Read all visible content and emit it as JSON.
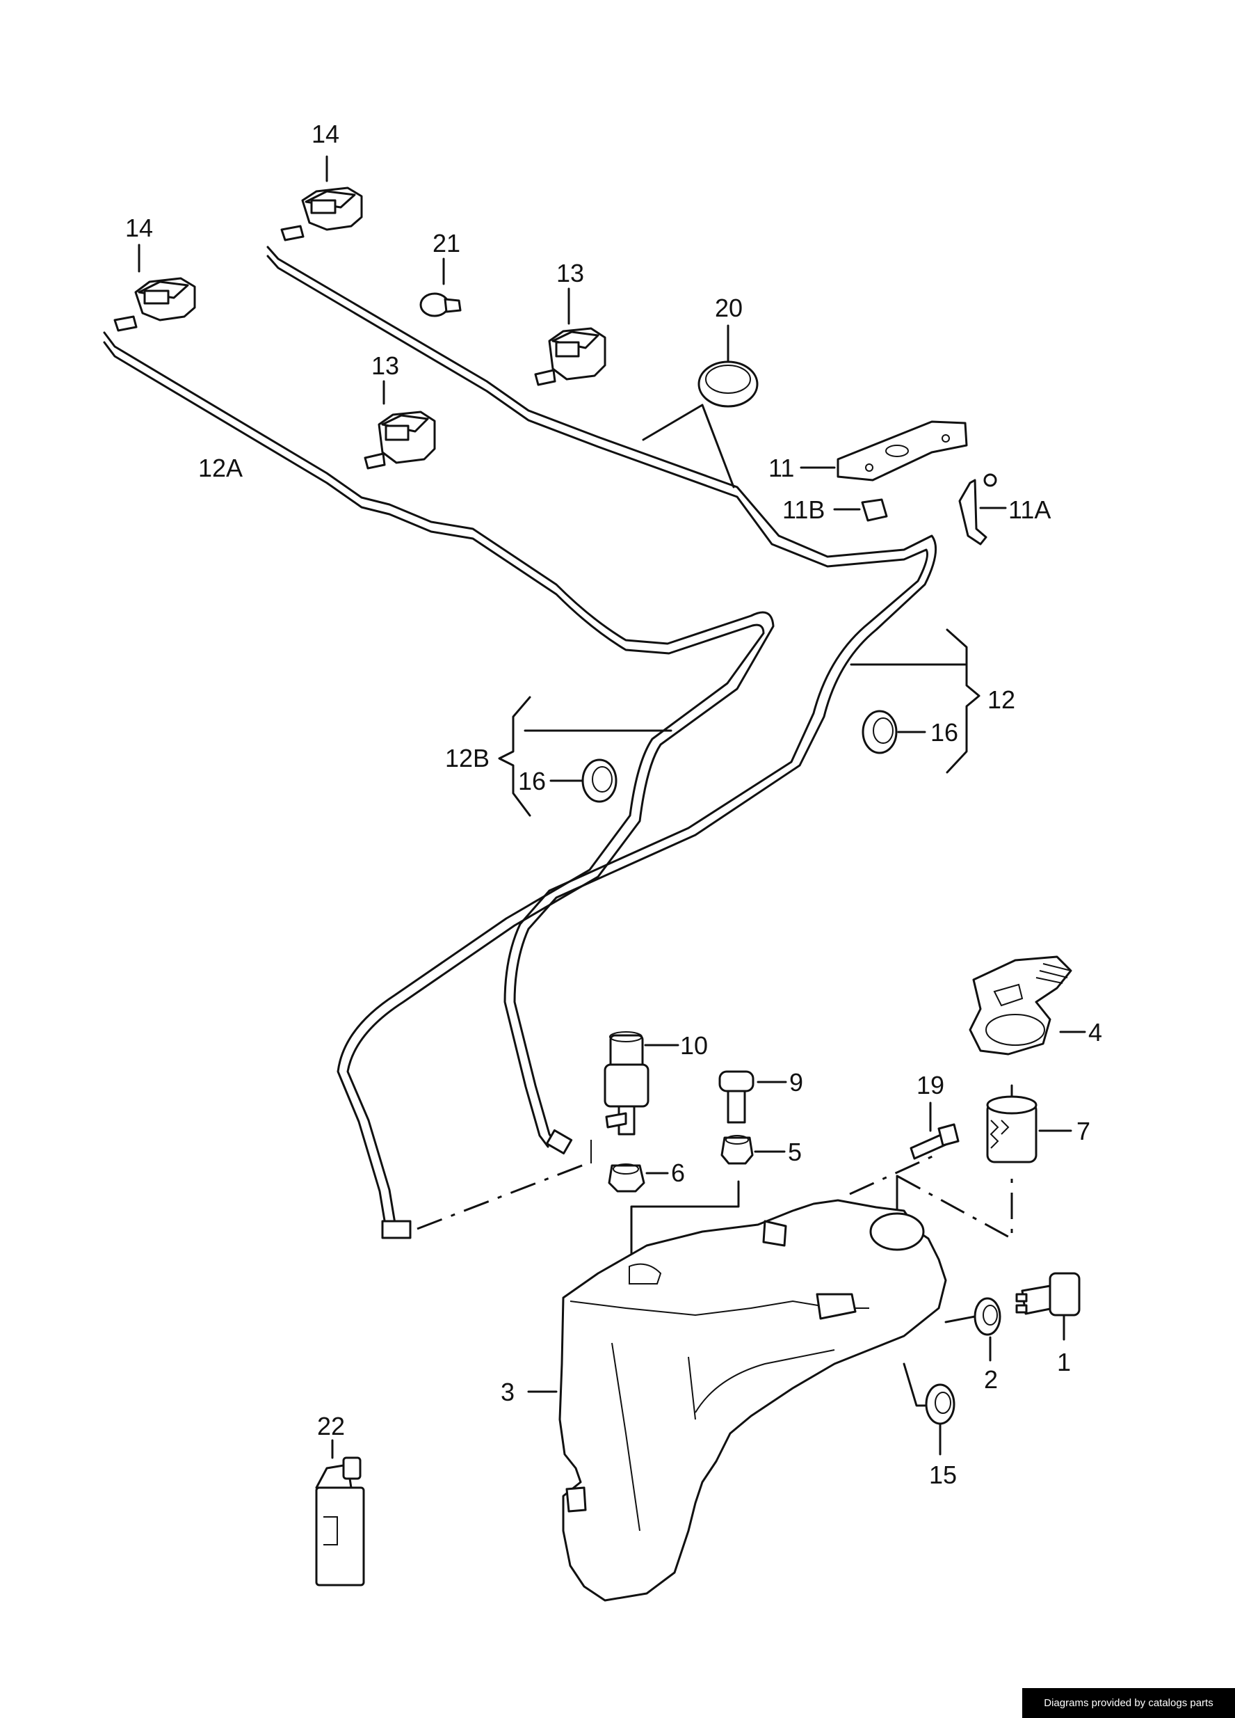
{
  "labels": {
    "p1": "1",
    "p2": "2",
    "p3": "3",
    "p4": "4",
    "p5": "5",
    "p6": "6",
    "p7": "7",
    "p9": "9",
    "p10": "10",
    "p11": "11",
    "p11a": "11A",
    "p11b": "11B",
    "p12": "12",
    "p12a": "12A",
    "p12b": "12B",
    "p13a": "13",
    "p13b": "13",
    "p14a": "14",
    "p14b": "14",
    "p15": "15",
    "p16a": "16",
    "p16b": "16",
    "p19": "19",
    "p20": "20",
    "p21": "21",
    "p22": "22"
  },
  "credit": "Diagrams provided by catalogs parts"
}
